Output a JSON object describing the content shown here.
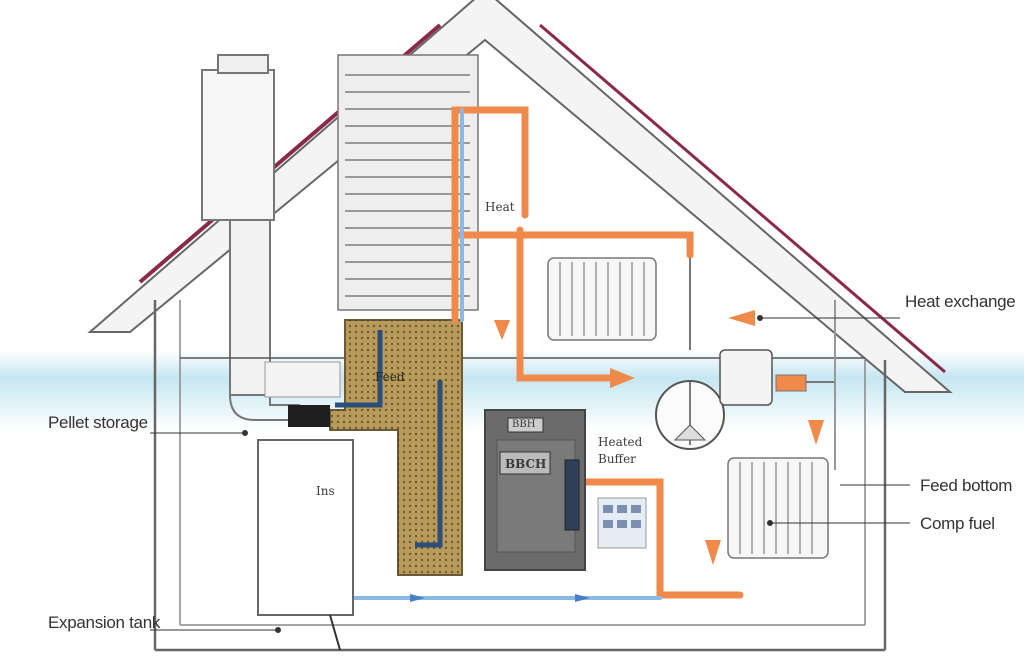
{
  "labels": {
    "heat_exchange": "Heat exchange",
    "pellet_storage": "Pellet storage",
    "feed_bottom": "Feed bottom",
    "comp_fuel": "Comp fuel",
    "expansion_tank": "Expansion tank",
    "heat_unit": "Heat",
    "boiler_panel_top": "BBH",
    "boiler_panel_main": "BBCH",
    "heated_label": "Heated",
    "heated_label_2": "Buffer",
    "feed_label": "Feed",
    "in_label": "Ins"
  },
  "colors": {
    "hot_pipe": "#f08a4b",
    "cold_pipe": "#8ab9e8",
    "outline": "#555555",
    "roof_edge": "#8a2a4a",
    "pellet_fill": "#b89a5a",
    "boiler": "#6b6b6b"
  }
}
